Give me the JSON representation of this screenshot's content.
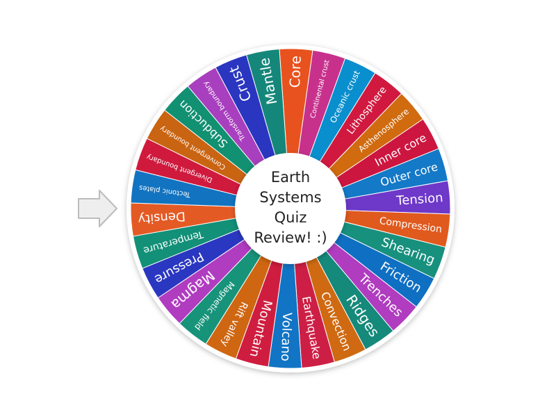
{
  "wheel": {
    "center_title": "Earth\nSystems\nQuiz\nReview! :)",
    "pointer_icon": "arrow-right-icon",
    "segments": [
      {
        "label": "Core",
        "color": "#e8521e"
      },
      {
        "label": "Continental crust",
        "color": "#c7318c"
      },
      {
        "label": "Oceanic crust",
        "color": "#0a8fce"
      },
      {
        "label": "Lithosphere",
        "color": "#d1193f"
      },
      {
        "label": "Asthenosphere",
        "color": "#d06b0f"
      },
      {
        "label": "Inner core",
        "color": "#cc1640"
      },
      {
        "label": "Outer core",
        "color": "#1479c7"
      },
      {
        "label": "Tension",
        "color": "#6e38c8"
      },
      {
        "label": "Compression",
        "color": "#e05a1d"
      },
      {
        "label": "Shearing",
        "color": "#18907e"
      },
      {
        "label": "Friction",
        "color": "#0f6fc2"
      },
      {
        "label": "Trenches",
        "color": "#b03cbf"
      },
      {
        "label": "Ridges",
        "color": "#15897a"
      },
      {
        "label": "Convection",
        "color": "#cf6a12"
      },
      {
        "label": "Earthquake",
        "color": "#cd1f45"
      },
      {
        "label": "Volcano",
        "color": "#1174c4"
      },
      {
        "label": "Mountain",
        "color": "#cf1d3f"
      },
      {
        "label": "Rift valley",
        "color": "#cf6611"
      },
      {
        "label": "Magnetic field",
        "color": "#17937a"
      },
      {
        "label": "Magma",
        "color": "#b03cc0"
      },
      {
        "label": "Pressure",
        "color": "#2a37c0"
      },
      {
        "label": "Temperature",
        "color": "#129078"
      },
      {
        "label": "Density",
        "color": "#e45a25"
      },
      {
        "label": "Tectonic plates",
        "color": "#1273c0"
      },
      {
        "label": "Divergent boundary",
        "color": "#cf1a3e"
      },
      {
        "label": "Convergent boundary",
        "color": "#c96412"
      },
      {
        "label": "Subduction",
        "color": "#129072"
      },
      {
        "label": "Transform boundary",
        "color": "#a83fbe"
      },
      {
        "label": "Crust",
        "color": "#2a36c0"
      },
      {
        "label": "Mantle",
        "color": "#14877a"
      }
    ]
  }
}
